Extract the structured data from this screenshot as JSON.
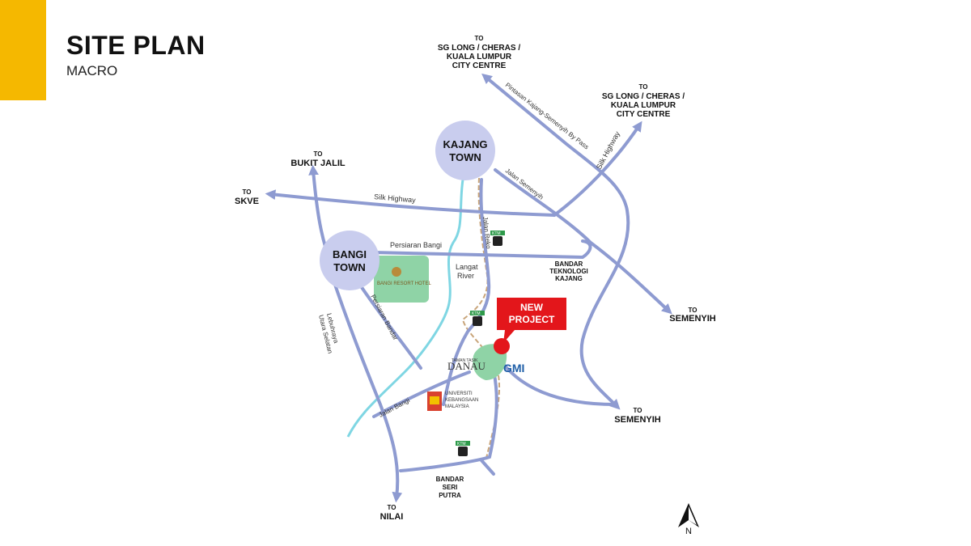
{
  "header": {
    "title": "SITE PLAN",
    "subtitle": "MACRO",
    "accent_color": "#F5B800"
  },
  "colors": {
    "road": "#8E9BD1",
    "river": "#7FD6E3",
    "town_circle": "#C9CDEE",
    "project": "#E3161B",
    "green_area": "#8FD3A6",
    "rail": "#C9A57A"
  },
  "destinations": {
    "sg_long_top": {
      "to": "TO",
      "lines": [
        "SG LONG / CHERAS /",
        "KUALA LUMPUR",
        "CITY CENTRE"
      ]
    },
    "sg_long_right": {
      "to": "TO",
      "lines": [
        "SG LONG / CHERAS /",
        "KUALA LUMPUR",
        "CITY CENTRE"
      ]
    },
    "bukit_jalil": {
      "to": "TO",
      "lines": [
        "BUKIT JALIL"
      ]
    },
    "skve": {
      "to": "TO",
      "lines": [
        "SKVE"
      ]
    },
    "semenyih_upper": {
      "to": "TO",
      "lines": [
        "SEMENYIH"
      ]
    },
    "semenyih_lower": {
      "to": "TO",
      "lines": [
        "SEMENYIH"
      ]
    },
    "nilai": {
      "to": "TO",
      "lines": [
        "NILAI"
      ]
    }
  },
  "towns": {
    "kajang": [
      "KAJANG",
      "TOWN"
    ],
    "bangi": [
      "BANGI",
      "TOWN"
    ]
  },
  "roads": {
    "silk_highway_west": "Silk Highway",
    "silk_highway_ne": "Silk Highway",
    "pintasan": "Pintasan Kajang-Semenyih By Pass",
    "jalan_semenyih": "Jalan Semenyih",
    "jalan_reko": "Jalan Reko",
    "persiaran_bangi": "Persiaran Bangi",
    "persiaran_bandar": "Persiaran Bandar",
    "lebuhraya_1": "Lebuhraya",
    "lebuhraya_2": "Utara Selatan",
    "jalan_bangi": "Jalan Bangi"
  },
  "places": {
    "langat_river": [
      "Langat",
      "River"
    ],
    "bandar_teknologi": [
      "BANDAR",
      "TEKNOLOGI",
      "KAJANG"
    ],
    "bandar_seri_putra": [
      "BANDAR",
      "SERI",
      "PUTRA"
    ],
    "bangi_resort_hotel": "BANGI RESORT HOTEL",
    "danau_small": "TAMAN TASIK",
    "danau": "DANAU",
    "gmi": "GMI",
    "ukm": [
      "UNIVERSITI",
      "KEBANGSAAN",
      "MALAYSIA"
    ],
    "ktm": "KTM"
  },
  "project": {
    "lines": [
      "NEW",
      "PROJECT"
    ]
  },
  "compass": {
    "label": "N"
  }
}
